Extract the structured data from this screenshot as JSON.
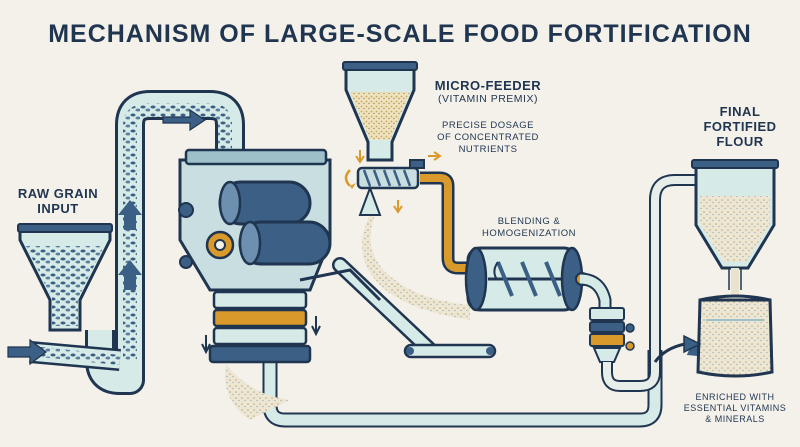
{
  "title": "MECHANISM OF LARGE-SCALE FOOD FORTIFICATION",
  "labels": {
    "raw_grain_line1": "RAW GRAIN",
    "raw_grain_line2": "INPUT",
    "micro_feeder_title": "MICRO-FEEDER",
    "micro_feeder_sub": "(VITAMIN PREMIX)",
    "dosage_line1": "PRECISE DOSAGE",
    "dosage_line2": "OF CONCENTRATED",
    "dosage_line3": "NUTRIENTS",
    "blending_line1": "BLENDING &",
    "blending_line2": "HOMOGENIZATION",
    "final_line1": "FINAL",
    "final_line2": "FORTIFIED",
    "final_line3": "FLOUR",
    "enriched_line1": "ENRICHED WITH",
    "enriched_line2": "ESSENTIAL VITAMINS",
    "enriched_line3": "& MINERALS"
  },
  "colors": {
    "background": "#f4f1ea",
    "outline": "#1f3550",
    "pipe": "#d6ebe8",
    "steel": "#3b5f85",
    "accent": "#d99a2b",
    "grain": "#5c7fa0",
    "flour": "#e9e2cf"
  }
}
